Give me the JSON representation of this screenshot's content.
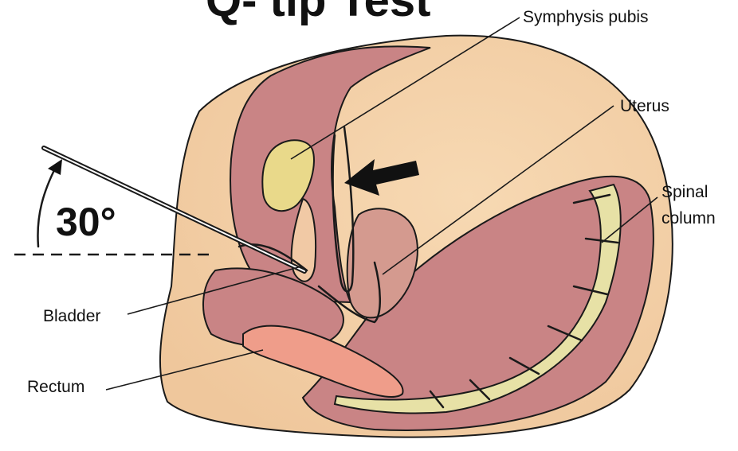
{
  "title": "Q- tip Test",
  "angle_label": "30°",
  "labels": {
    "symphysis_pubis": "Symphysis pubis",
    "uterus": "Uterus",
    "spinal_column_line1": "Spinal",
    "spinal_column_line2": "column",
    "bladder": "Bladder",
    "rectum": "Rectum"
  },
  "colors": {
    "skin": "#f3d5ad",
    "tissue": "#c98485",
    "bladder_fill": "#e9d98a",
    "rectum_fill": "#ef9d8a",
    "spine_fill": "#e7e1a6"
  }
}
